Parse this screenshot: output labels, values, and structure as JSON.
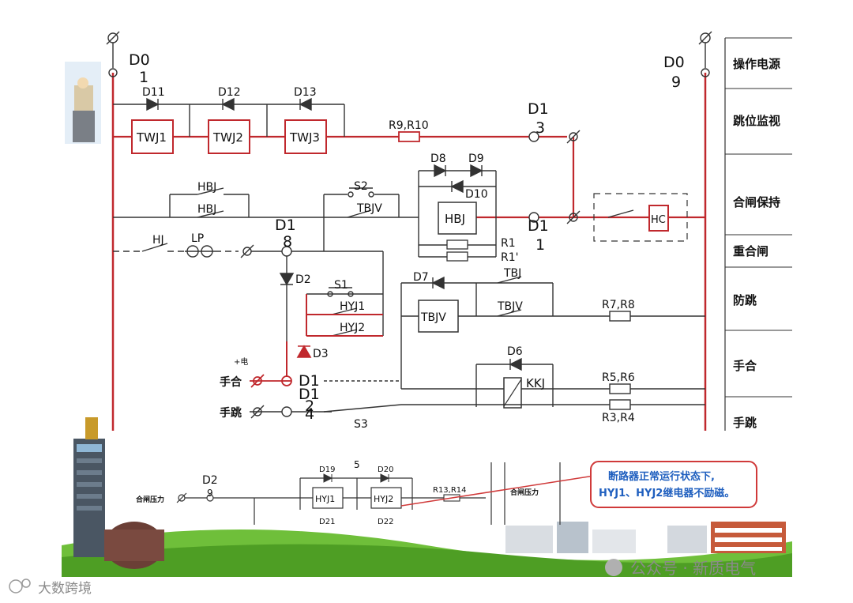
{
  "terminals": {
    "d01": "D0\n1",
    "d09": "D0\n9",
    "d13": "D1\n3",
    "d11": "D1\n1",
    "d18": "D1\n8",
    "d12": "D1\n2",
    "d14": "D1\n4",
    "d29": "D2\n9",
    "d2x5": "5"
  },
  "sections": [
    "操作电源",
    "跳位监视",
    "合闸保持",
    "重合闸",
    "防跳",
    "手合",
    "手跳"
  ],
  "components": {
    "twj1": "TWJ1",
    "twj2": "TWJ2",
    "twj3": "TWJ3",
    "hbj": "HBJ",
    "hc": "HC",
    "tbjv": "TBJV",
    "kkj": "KKJ",
    "hyj1": "HYJ1",
    "hyj2": "HYJ2"
  },
  "diodes": {
    "d11": "D11",
    "d12": "D12",
    "d13": "D13",
    "d8": "D8",
    "d9": "D9",
    "d10": "D10",
    "d2": "D2",
    "d3": "D3",
    "d7": "D7",
    "d6": "D6",
    "d19": "D19",
    "d20": "D20",
    "d21": "D21",
    "d22": "D22"
  },
  "contacts": {
    "hbj_a": "HBJ",
    "hbj_b": "HBJ",
    "hj": "HJ",
    "lp": "LP",
    "s2": "S2",
    "tbjv": "TBJV",
    "s1": "S1",
    "hyj1": "HYJ1",
    "hyj2": "HYJ2",
    "tbj": "TBJ",
    "tbjv2": "TBJV",
    "s3": "S3"
  },
  "resistors": {
    "r9r10": "R9,R10",
    "r1": "R1",
    "r1p": "R1'",
    "r7r8": "R7,R8",
    "r5r6": "R5,R6",
    "r3r4": "R3,R4",
    "r13r14": "R13,R14"
  },
  "labels": {
    "manual_close": "手合",
    "manual_trip": "手跳",
    "plus_e": "+电",
    "close_pressure": "合闸压力",
    "close_pressure_2": "合闸压力"
  },
  "callout": {
    "line1": "断路器正常运行状态下,",
    "line2": "HYJ1、HYJ2继电器不励磁。"
  },
  "watermarks": {
    "left": "大数跨境",
    "right": "公众号 · 新质电气"
  },
  "colors": {
    "wire_red": "#c0282d",
    "wire_dark": "#333333",
    "callout_border": "#d03a3a",
    "callout_text": "#1f5fbf",
    "grass": "#5aa52a"
  }
}
